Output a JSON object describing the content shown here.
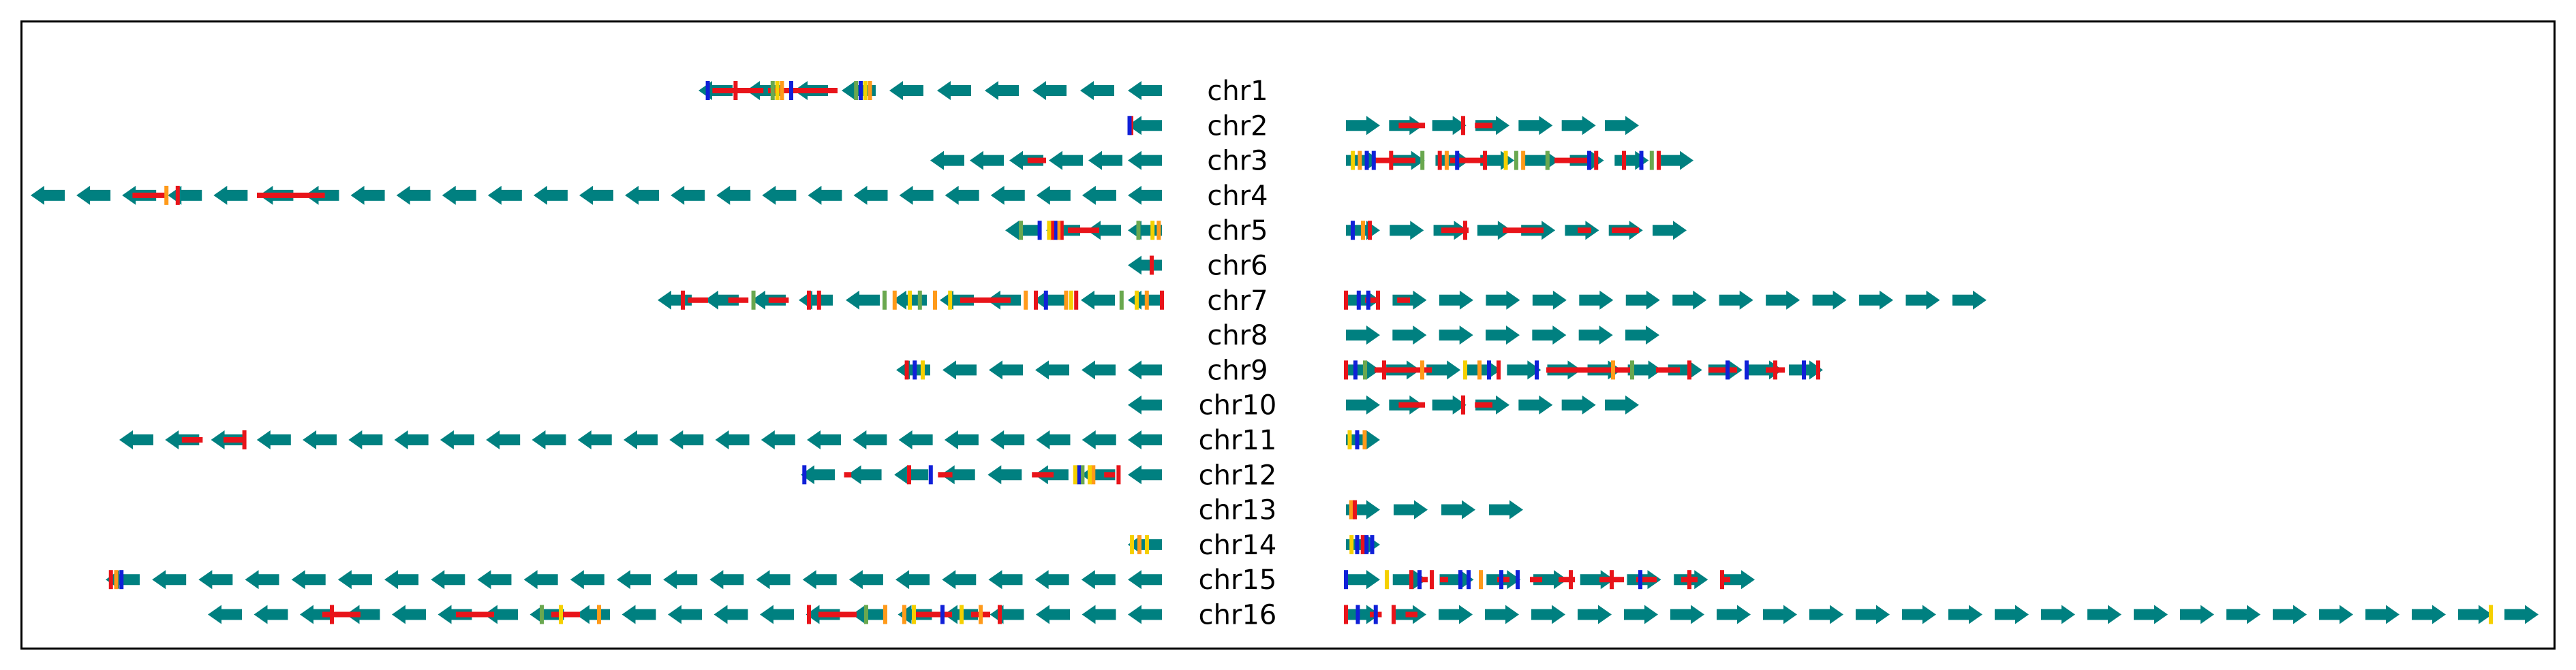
{
  "colors": {
    "gene_arrow": "#008080",
    "red_segment": "#e8141a",
    "blue_mark": "#1020d8",
    "yellow_mark": "#f5d000",
    "orange_mark": "#ff9a1a",
    "green_mark": "#6aa84f"
  },
  "icons": {
    "left_arrow": "left-arrow-icon",
    "right_arrow": "right-arrow-icon"
  },
  "chromosomes": [
    {
      "label": "chr1",
      "left": {
        "genes": 10,
        "reach": 680,
        "reds": [
          [
            0.7,
            0.85
          ],
          [
            0.86,
            0.97
          ]
        ],
        "marks": [
          [
            0.63,
            "orange"
          ],
          [
            0.64,
            "yellow"
          ],
          [
            0.65,
            "blue"
          ],
          [
            0.66,
            "green"
          ],
          [
            0.8,
            "blue"
          ],
          [
            0.82,
            "orange"
          ],
          [
            0.83,
            "yellow"
          ],
          [
            0.84,
            "green"
          ],
          [
            0.92,
            "red"
          ],
          [
            0.98,
            "blue"
          ]
        ]
      },
      "right": null
    },
    {
      "label": "chr2",
      "left": {
        "genes": 1,
        "reach": 50,
        "reds": [],
        "marks": [
          [
            0.9,
            "red"
          ],
          [
            0.95,
            "blue"
          ]
        ]
      },
      "right": {
        "genes": 7,
        "reach": 430,
        "reds": [
          [
            0.18,
            0.27
          ],
          [
            0.44,
            0.5
          ]
        ],
        "marks": [
          [
            0.4,
            "red"
          ]
        ]
      }
    },
    {
      "label": "chr3",
      "left": {
        "genes": 6,
        "reach": 340,
        "reds": [
          [
            0.5,
            0.58
          ]
        ],
        "marks": []
      },
      "right": {
        "genes": 8,
        "reach": 510,
        "reds": [
          [
            0.08,
            0.2
          ],
          [
            0.3,
            0.4
          ],
          [
            0.6,
            0.7
          ]
        ],
        "marks": [
          [
            0.02,
            "yellow"
          ],
          [
            0.04,
            "orange"
          ],
          [
            0.06,
            "blue"
          ],
          [
            0.08,
            "blue"
          ],
          [
            0.13,
            "red"
          ],
          [
            0.22,
            "green"
          ],
          [
            0.27,
            "red"
          ],
          [
            0.29,
            "orange"
          ],
          [
            0.32,
            "blue"
          ],
          [
            0.4,
            "red"
          ],
          [
            0.46,
            "yellow"
          ],
          [
            0.49,
            "green"
          ],
          [
            0.51,
            "orange"
          ],
          [
            0.58,
            "green"
          ],
          [
            0.7,
            "blue"
          ],
          [
            0.72,
            "red"
          ],
          [
            0.8,
            "red"
          ],
          [
            0.85,
            "blue"
          ],
          [
            0.88,
            "green"
          ],
          [
            0.9,
            "red"
          ]
        ]
      }
    },
    {
      "label": "chr4",
      "left": {
        "genes": 25,
        "reach": 1660,
        "reds": [
          [
            0.74,
            0.8
          ],
          [
            0.88,
            0.91
          ]
        ],
        "marks": [
          [
            0.87,
            "red"
          ],
          [
            0.88,
            "orange"
          ]
        ]
      },
      "right": null
    },
    {
      "label": "chr5",
      "left": {
        "genes": 4,
        "reach": 230,
        "reds": [
          [
            0.4,
            0.6
          ]
        ],
        "marks": [
          [
            0.02,
            "orange"
          ],
          [
            0.06,
            "yellow"
          ],
          [
            0.15,
            "green"
          ],
          [
            0.64,
            "red"
          ],
          [
            0.66,
            "orange"
          ],
          [
            0.68,
            "blue"
          ],
          [
            0.7,
            "red"
          ],
          [
            0.72,
            "yellow"
          ],
          [
            0.78,
            "blue"
          ],
          [
            0.9,
            "green"
          ]
        ]
      },
      "right": {
        "genes": 8,
        "reach": 500,
        "reds": [
          [
            0.28,
            0.36
          ],
          [
            0.46,
            0.58
          ],
          [
            0.68,
            0.72
          ],
          [
            0.78,
            0.86
          ]
        ],
        "marks": [
          [
            0.02,
            "blue"
          ],
          [
            0.05,
            "orange"
          ],
          [
            0.07,
            "red"
          ],
          [
            0.35,
            "red"
          ]
        ]
      }
    },
    {
      "label": "chr6",
      "left": {
        "genes": 1,
        "reach": 50,
        "reds": [],
        "marks": [
          [
            0.3,
            "red"
          ]
        ]
      },
      "right": null
    },
    {
      "label": "chr7",
      "left": {
        "genes": 11,
        "reach": 740,
        "reds": [
          [
            0.3,
            0.4
          ],
          [
            0.74,
            0.78
          ],
          [
            0.82,
            0.86
          ],
          [
            0.9,
            0.94
          ]
        ],
        "marks": [
          [
            0.0,
            "red"
          ],
          [
            0.03,
            "orange"
          ],
          [
            0.05,
            "yellow"
          ],
          [
            0.08,
            "green"
          ],
          [
            0.17,
            "red"
          ],
          [
            0.18,
            "yellow"
          ],
          [
            0.19,
            "orange"
          ],
          [
            0.23,
            "blue"
          ],
          [
            0.25,
            "red"
          ],
          [
            0.27,
            "orange"
          ],
          [
            0.42,
            "yellow"
          ],
          [
            0.45,
            "orange"
          ],
          [
            0.48,
            "green"
          ],
          [
            0.5,
            "yellow"
          ],
          [
            0.53,
            "orange"
          ],
          [
            0.55,
            "green"
          ],
          [
            0.68,
            "red"
          ],
          [
            0.7,
            "red"
          ],
          [
            0.81,
            "green"
          ],
          [
            0.95,
            "red"
          ]
        ]
      },
      "right": {
        "genes": 14,
        "reach": 940,
        "reds": [
          [
            0.03,
            0.05
          ],
          [
            0.08,
            0.1
          ]
        ],
        "marks": [
          [
            0.0,
            "red"
          ],
          [
            0.02,
            "blue"
          ],
          [
            0.035,
            "blue"
          ],
          [
            0.05,
            "red"
          ]
        ]
      }
    },
    {
      "label": "chr8",
      "left": null,
      "right": {
        "genes": 7,
        "reach": 460,
        "reds": [],
        "marks": []
      }
    },
    {
      "label": "chr9",
      "left": {
        "genes": 6,
        "reach": 390,
        "reds": [],
        "marks": [
          [
            0.9,
            "yellow"
          ],
          [
            0.93,
            "blue"
          ],
          [
            0.96,
            "red"
          ]
        ]
      },
      "right": {
        "genes": 12,
        "reach": 700,
        "reds": [
          [
            0.06,
            0.18
          ],
          [
            0.42,
            0.6
          ],
          [
            0.65,
            0.7
          ],
          [
            0.76,
            0.82
          ],
          [
            0.88,
            0.92
          ]
        ],
        "marks": [
          [
            0.0,
            "red"
          ],
          [
            0.02,
            "blue"
          ],
          [
            0.04,
            "green"
          ],
          [
            0.08,
            "red"
          ],
          [
            0.16,
            "orange"
          ],
          [
            0.25,
            "yellow"
          ],
          [
            0.28,
            "orange"
          ],
          [
            0.3,
            "blue"
          ],
          [
            0.32,
            "red"
          ],
          [
            0.4,
            "blue"
          ],
          [
            0.56,
            "orange"
          ],
          [
            0.6,
            "green"
          ],
          [
            0.72,
            "red"
          ],
          [
            0.8,
            "blue"
          ],
          [
            0.84,
            "blue"
          ],
          [
            0.9,
            "red"
          ],
          [
            0.96,
            "blue"
          ],
          [
            0.99,
            "red"
          ]
        ]
      }
    },
    {
      "label": "chr10",
      "left": {
        "genes": 1,
        "reach": 50,
        "reds": [],
        "marks": []
      },
      "right": {
        "genes": 7,
        "reach": 430,
        "reds": [
          [
            0.18,
            0.27
          ],
          [
            0.44,
            0.5
          ]
        ],
        "marks": [
          [
            0.4,
            "red"
          ]
        ]
      }
    },
    {
      "label": "chr11",
      "left": {
        "genes": 23,
        "reach": 1530,
        "reds": [
          [
            0.88,
            0.9
          ],
          [
            0.92,
            0.94
          ]
        ],
        "marks": [
          [
            0.88,
            "red"
          ]
        ]
      },
      "right": {
        "genes": 1,
        "reach": 55,
        "reds": [],
        "marks": [
          [
            0.1,
            "yellow"
          ],
          [
            0.3,
            "blue"
          ],
          [
            0.5,
            "orange"
          ]
        ]
      }
    },
    {
      "label": "chr12",
      "left": {
        "genes": 8,
        "reach": 530,
        "reds": [
          [
            0.13,
            0.16
          ],
          [
            0.3,
            0.36
          ],
          [
            0.58,
            0.62
          ],
          [
            0.86,
            0.88
          ]
        ],
        "marks": [
          [
            0.12,
            "red"
          ],
          [
            0.19,
            "orange"
          ],
          [
            0.2,
            "yellow"
          ],
          [
            0.22,
            "green"
          ],
          [
            0.23,
            "blue"
          ],
          [
            0.24,
            "yellow"
          ],
          [
            0.64,
            "blue"
          ],
          [
            0.7,
            "red"
          ],
          [
            0.99,
            "blue"
          ]
        ]
      },
      "right": null
    },
    {
      "label": "chr13",
      "left": null,
      "right": {
        "genes": 4,
        "reach": 260,
        "reds": [],
        "marks": [
          [
            0.03,
            "orange"
          ],
          [
            0.05,
            "red"
          ]
        ]
      }
    },
    {
      "label": "chr14",
      "left": {
        "genes": 1,
        "reach": 55,
        "reds": [],
        "marks": [
          [
            0.4,
            "yellow"
          ],
          [
            0.6,
            "orange"
          ],
          [
            0.8,
            "yellow"
          ]
        ]
      },
      "right": {
        "genes": 1,
        "reach": 55,
        "reds": [],
        "marks": [
          [
            0.15,
            "yellow"
          ],
          [
            0.3,
            "blue"
          ],
          [
            0.45,
            "red"
          ],
          [
            0.55,
            "blue"
          ],
          [
            0.7,
            "blue"
          ]
        ]
      }
    },
    {
      "label": "chr15",
      "left": {
        "genes": 23,
        "reach": 1550,
        "reds": [],
        "marks": [
          [
            0.995,
            "red"
          ],
          [
            0.99,
            "orange"
          ],
          [
            0.985,
            "blue"
          ]
        ]
      },
      "right": {
        "genes": 9,
        "reach": 600,
        "reds": [
          [
            0.18,
            0.2
          ],
          [
            0.23,
            0.25
          ],
          [
            0.37,
            0.4
          ],
          [
            0.45,
            0.48
          ],
          [
            0.52,
            0.56
          ],
          [
            0.62,
            0.68
          ],
          [
            0.71,
            0.76
          ],
          [
            0.82,
            0.86
          ],
          [
            0.92,
            0.94
          ]
        ],
        "marks": [
          [
            0.0,
            "blue"
          ],
          [
            0.1,
            "yellow"
          ],
          [
            0.16,
            "red"
          ],
          [
            0.18,
            "blue"
          ],
          [
            0.21,
            "red"
          ],
          [
            0.28,
            "blue"
          ],
          [
            0.3,
            "blue"
          ],
          [
            0.33,
            "orange"
          ],
          [
            0.38,
            "blue"
          ],
          [
            0.42,
            "blue"
          ],
          [
            0.55,
            "red"
          ],
          [
            0.65,
            "red"
          ],
          [
            0.72,
            "blue"
          ],
          [
            0.84,
            "red"
          ],
          [
            0.92,
            "red"
          ]
        ]
      }
    },
    {
      "label": "chr16",
      "left": {
        "genes": 21,
        "reach": 1400,
        "reds": [
          [
            0.18,
            0.2
          ],
          [
            0.22,
            0.26
          ],
          [
            0.32,
            0.36
          ],
          [
            0.61,
            0.64
          ],
          [
            0.7,
            0.74
          ],
          [
            0.84,
            0.88
          ]
        ],
        "marks": [
          [
            0.17,
            "red"
          ],
          [
            0.19,
            "orange"
          ],
          [
            0.21,
            "yellow"
          ],
          [
            0.23,
            "blue"
          ],
          [
            0.26,
            "yellow"
          ],
          [
            0.27,
            "orange"
          ],
          [
            0.29,
            "orange"
          ],
          [
            0.31,
            "green"
          ],
          [
            0.37,
            "red"
          ],
          [
            0.59,
            "orange"
          ],
          [
            0.63,
            "yellow"
          ],
          [
            0.65,
            "green"
          ],
          [
            0.87,
            "red"
          ]
        ]
      },
      "right": {
        "genes": 26,
        "reach": 1750,
        "reds": [
          [
            0.02,
            0.03
          ],
          [
            0.05,
            0.06
          ]
        ],
        "marks": [
          [
            0.0,
            "red"
          ],
          [
            0.01,
            "blue"
          ],
          [
            0.025,
            "blue"
          ],
          [
            0.04,
            "red"
          ],
          [
            0.96,
            "yellow"
          ]
        ]
      }
    }
  ]
}
